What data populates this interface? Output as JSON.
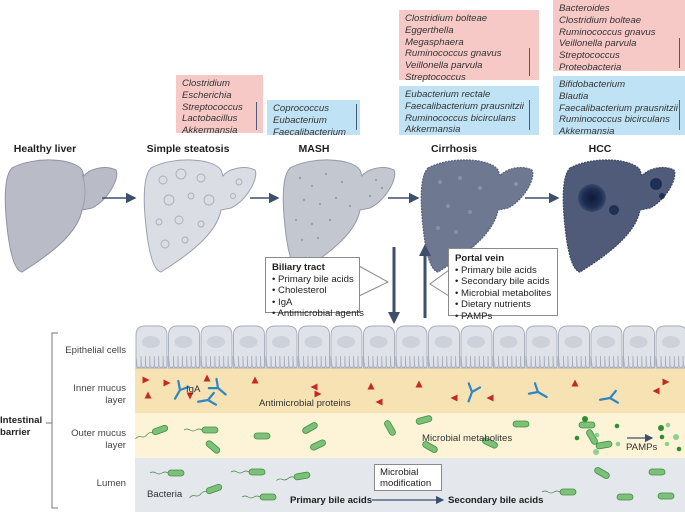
{
  "stages": [
    {
      "id": "healthy",
      "label": "Healthy liver"
    },
    {
      "id": "steatosis",
      "label": "Simple steatosis"
    },
    {
      "id": "mash",
      "label": "MASH"
    },
    {
      "id": "cirrhosis",
      "label": "Cirrhosis"
    },
    {
      "id": "hcc",
      "label": "HCC"
    }
  ],
  "taxa": {
    "steatosis_up": [
      "Clostridium",
      "Escherichia",
      "Streptococcus",
      "Lactobacillus",
      "Akkermansia"
    ],
    "mash_down": [
      "Coprococcus",
      "Eubacterium",
      "Faecalibacterium"
    ],
    "cirrhosis_up": [
      "Clostridium bolteae",
      "Eggerthella",
      "Megasphaera",
      "Ruminococcus gnavus",
      "Veillonella parvula",
      "Streptococcus"
    ],
    "cirrhosis_down": [
      "Eubacterium rectale",
      "Faecalibacterium prausnitzii",
      "Ruminococcus bicirculans",
      "Akkermansia"
    ],
    "hcc_up": [
      "Bacteroides",
      "Clostridium bolteae",
      "Ruminococcus gnavus",
      "Veillonella parvula",
      "Streptococcus",
      "Proteobacteria"
    ],
    "hcc_down": [
      "Bifidobacterium",
      "Blautia",
      "Faecalibacterium prausnitzii",
      "Ruminococcus bicirculans",
      "Akkermansia"
    ]
  },
  "biliary": {
    "title": "Biliary tract",
    "items": [
      "Primary bile acids",
      "Cholesterol",
      "IgA",
      "Antimicrobial agents"
    ]
  },
  "portal": {
    "title": "Portal vein",
    "items": [
      "Primary bile acids",
      "Secondary bile acids",
      "Microbial metabolites",
      "Dietary nutrients",
      "PAMPs"
    ]
  },
  "barrier": {
    "label": "Intestinal barrier",
    "layers": [
      "Epithelial cells",
      "Inner mucus layer",
      "Outer mucus layer",
      "Lumen"
    ]
  },
  "annotations": {
    "iga": "IgA",
    "antimicrobial": "Antimicrobial proteins",
    "metabolites": "Microbial metabolites",
    "pamps": "PAMPs",
    "bacteria": "Bacteria",
    "modification": "Microbial modification",
    "primary": "Primary bile acids",
    "secondary": "Secondary bile acids"
  },
  "colors": {
    "up_box": "#f6c9c6",
    "down_box": "#bfe3f5",
    "arrow": "#3e4f6e",
    "inner_mucus": "#f6e2b3",
    "outer_mucus": "#fdf3d6",
    "lumen": "#e4e7ec",
    "epithelium": "#dfe2e8",
    "bacteria": "#5bb55b",
    "amp": "#c62828",
    "iga": "#2f86c5"
  }
}
